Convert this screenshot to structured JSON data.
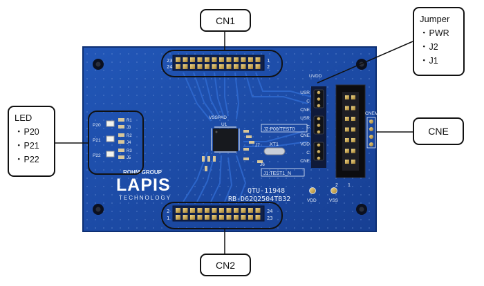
{
  "callouts": {
    "cn1": "CN1",
    "cn2": "CN2",
    "cne": "CNE",
    "jumper": {
      "title": "Jumper",
      "items": [
        "PWR",
        "J2",
        "J1"
      ]
    },
    "led": {
      "title": "LED",
      "items": [
        "P20",
        "P21",
        "P22"
      ]
    }
  },
  "board": {
    "brand_group": "ROHM GROUP",
    "brand": "LAPIS",
    "brand_sub": "TECHNOLOGY",
    "model": "QTU-11948",
    "part_number": "RB-D62Q2504TB32",
    "u1": "U1",
    "vsspad": "VSSPAD",
    "uvdd": "UVDD",
    "vdd": "VDD",
    "vss": "VSS",
    "j2_label": "J2:P00/TEST0",
    "j1_label": "J1:TEST1_N",
    "cnem": "CNEM",
    "xt1": "XT1",
    "j7": "J7",
    "j6": "J6",
    "cn1_pin_left_top": "23",
    "cn1_pin_left_bottom": "24",
    "cn1_pin_right_top": "1",
    "cn1_pin_right_bottom": "2",
    "cn2_pin_left_top": "2",
    "cn2_pin_left_bottom": "1",
    "cn2_pin_right_top": "24",
    "cn2_pin_right_bottom": "23",
    "led_labels": [
      "P20",
      "P21",
      "P22"
    ],
    "led_resistors": [
      "R1",
      "J3",
      "R2",
      "J4",
      "R3",
      "J5"
    ],
    "jumper_side_labels": [
      "USR",
      "C",
      "CNE",
      "USR",
      "C",
      "CNE",
      "VDD",
      "C",
      "CNE"
    ],
    "cne_header_pins": [
      "2",
      "1"
    ]
  },
  "colors": {
    "board": "#1b4fae",
    "board_dark": "#143f92",
    "outline": "#111111"
  }
}
